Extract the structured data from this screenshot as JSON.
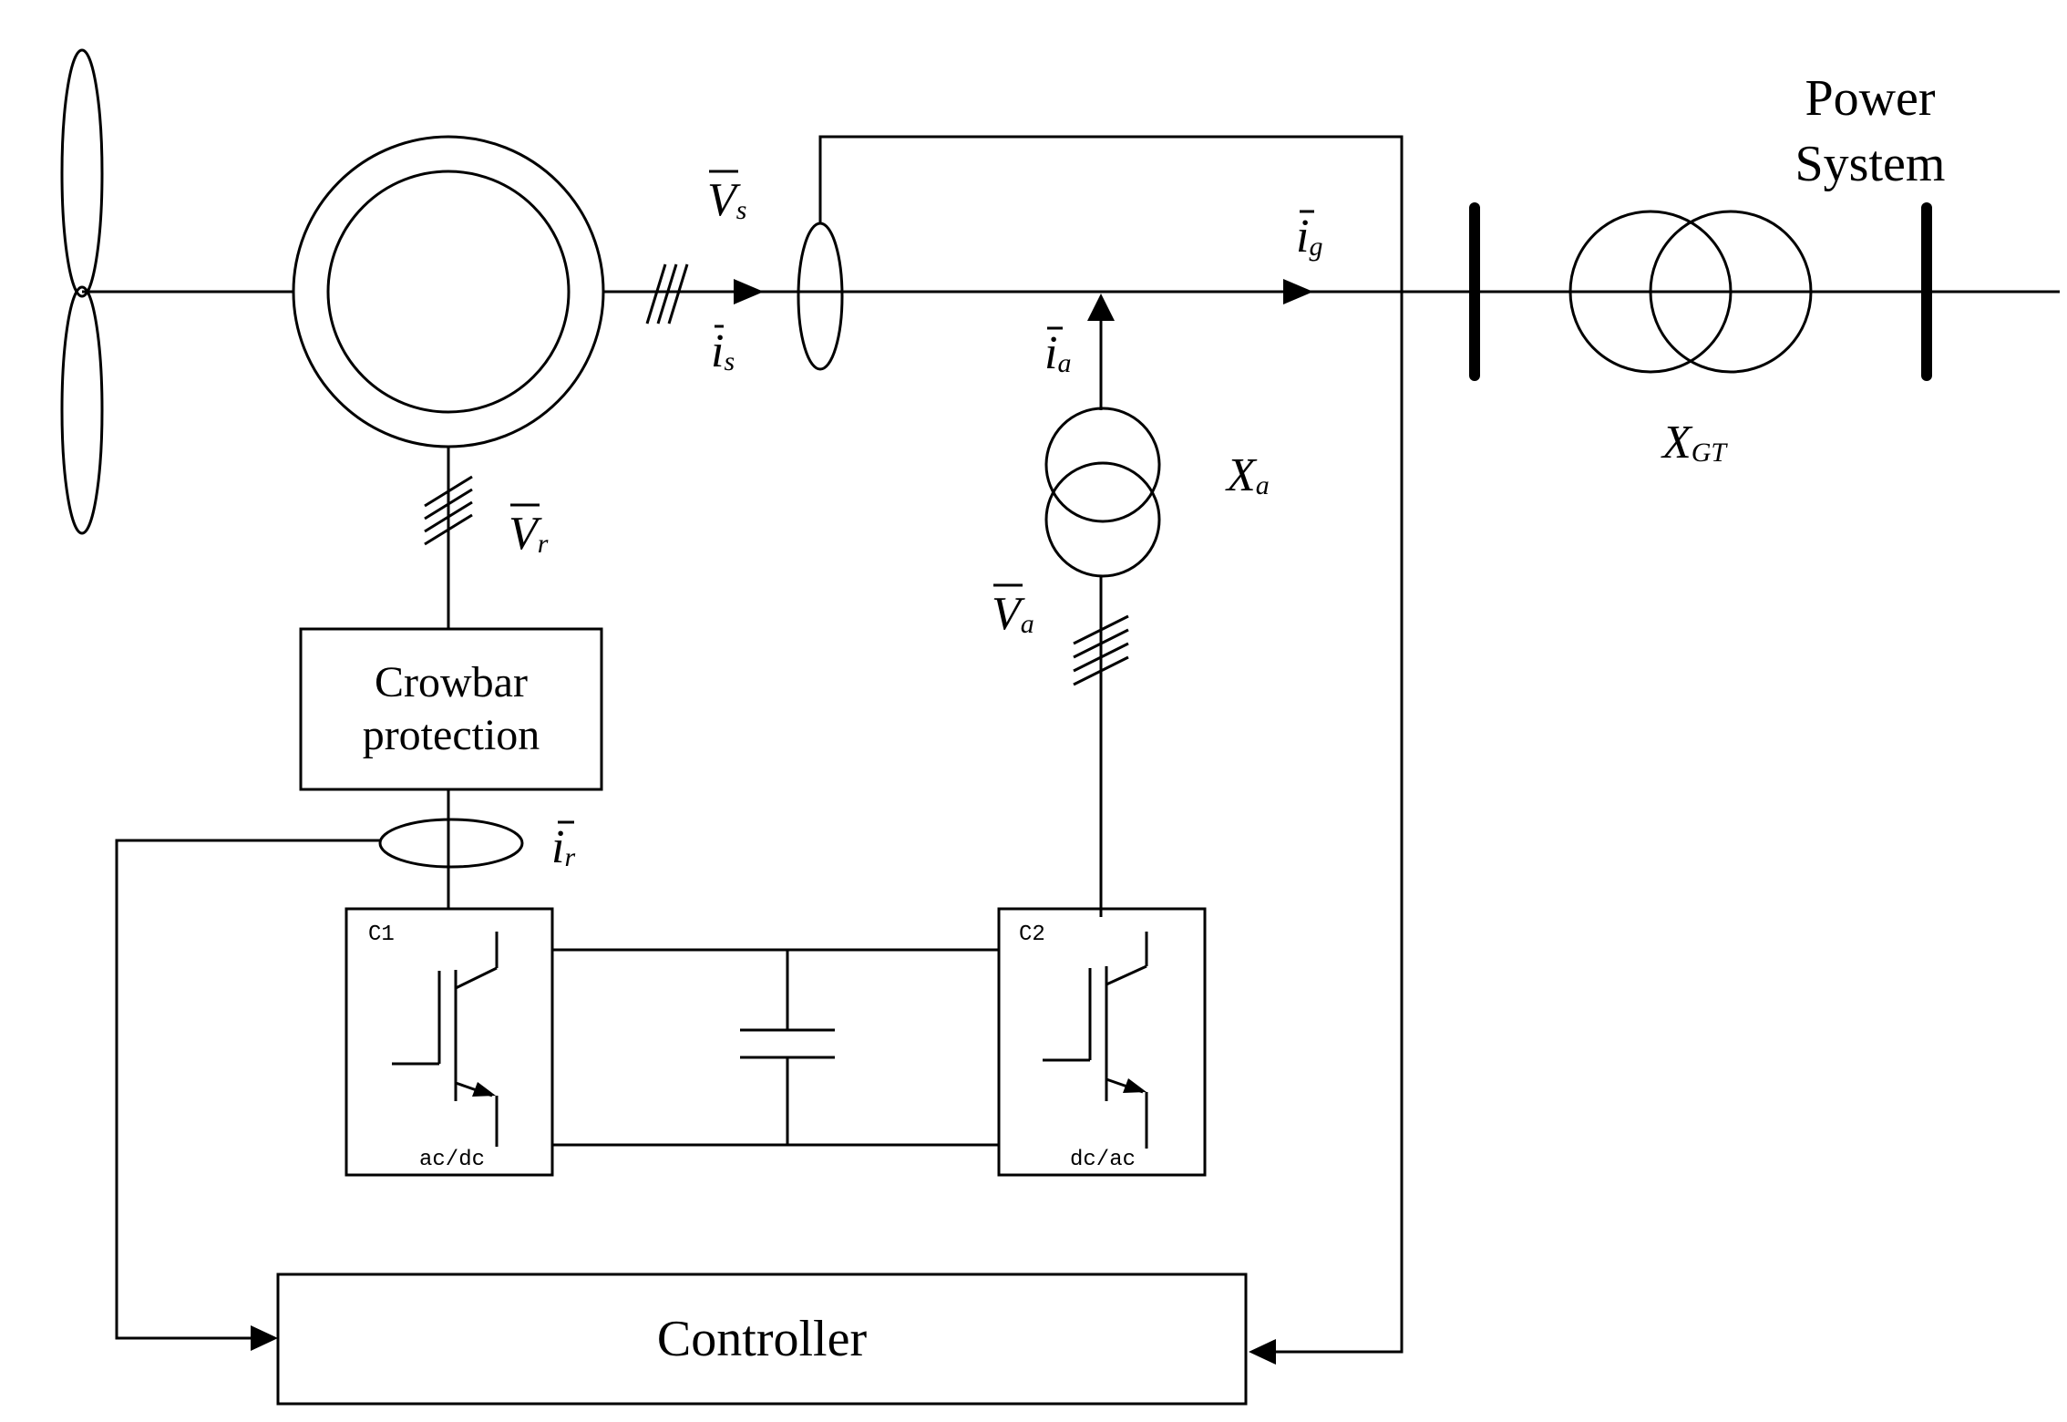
{
  "labels": {
    "power_system_line1": "Power",
    "power_system_line2": "System",
    "crowbar_line1": "Crowbar",
    "crowbar_line2": "protection",
    "controller": "Controller",
    "converter_c1_name": "C1",
    "converter_c1_type": "ac/dc",
    "converter_c2_name": "C2",
    "converter_c2_type": "dc/ac"
  },
  "variables": {
    "vs": {
      "symbol": "V",
      "sub": "s"
    },
    "is": {
      "symbol": "i",
      "sub": "s"
    },
    "ig": {
      "symbol": "i",
      "sub": "g"
    },
    "ia": {
      "symbol": "i",
      "sub": "a"
    },
    "vr": {
      "symbol": "V",
      "sub": "r"
    },
    "ir": {
      "symbol": "i",
      "sub": "r"
    },
    "va": {
      "symbol": "V",
      "sub": "a"
    },
    "xa": {
      "symbol": "X",
      "sub": "a"
    },
    "xgt": {
      "symbol": "X",
      "sub": "GT"
    }
  }
}
